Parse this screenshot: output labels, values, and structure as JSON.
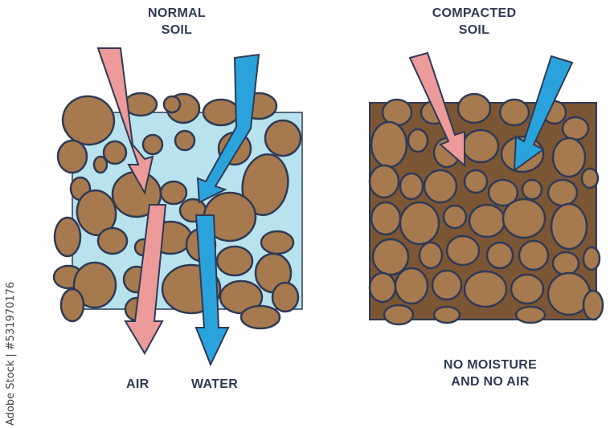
{
  "panels": {
    "normal": {
      "title_line1": "NORMAL",
      "title_line2": "SOIL"
    },
    "compacted": {
      "title_line1": "COMPACTED",
      "title_line2": "SOIL"
    }
  },
  "labels": {
    "air": "AIR",
    "water": "WATER"
  },
  "caption": {
    "line1": "NO MOISTURE",
    "line2": "AND NO AIR"
  },
  "credit": "Adobe Stock | #531970176",
  "colors": {
    "rock_fill": "#a67a4e",
    "rock_shade": "#8a6038",
    "rock_outline": "#2f3a55",
    "water_bg": "#b8e3ee",
    "compact_bg": "#7b5634",
    "air_arrow": "#ec9a9a",
    "water_arrow": "#2aa3dc",
    "text": "#2f3a55"
  }
}
